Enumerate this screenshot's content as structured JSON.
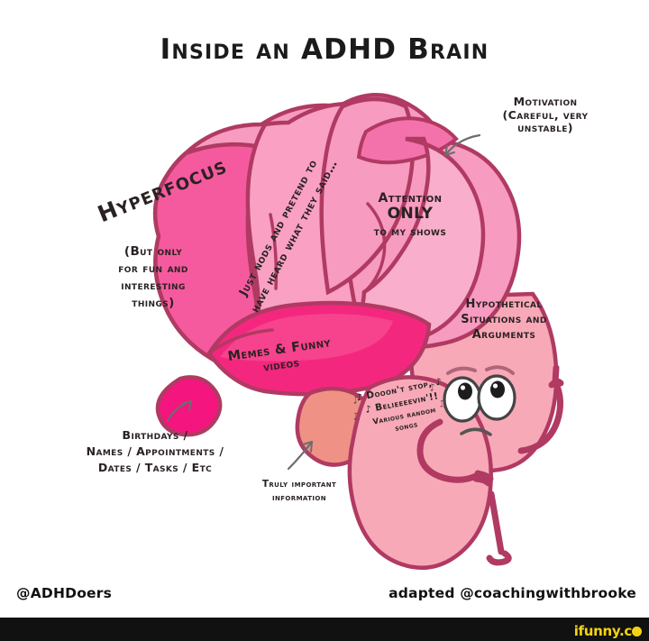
{
  "meme": {
    "title": "Inside an ADHD Brain",
    "footer_left": "@ADHDoers",
    "footer_right": "adapted @coachingwithbrooke",
    "watermark": "ifunny.c"
  },
  "labels": {
    "motivation": "Motivation\n(Careful, very\nunstable)",
    "hyperfocus": "Hyperfocus",
    "hyperfocus_sub": "(But only\nfor fun and\ninteresting\nthings)",
    "nods": "Just nods and pretend to\nhave heard what they said…",
    "attention_main": "Attention",
    "attention_only": "ONLY",
    "attention_sub": "to my shows",
    "hypothetical": "Hypothetical\nSituations and\nArguments",
    "memes_main": "Memes & Funny",
    "memes_sub": "videos",
    "song_line1": "♪ Dooon't stop, ♪",
    "song_line2": "♪ Belieeeevin'!!",
    "song_sub": "Various random\nsongs",
    "birthdays": "Birthdays /\nNames / Appointments /\nDates / Tasks / Etc",
    "truly_important": "Truly important\ninformation"
  },
  "colors": {
    "outline": "#b03a62",
    "hyperfocus_fill": "#f55a9e",
    "nods_fill": "#f9a0c3",
    "attention_fill": "#f79bc0",
    "motivation_fill": "#f472ab",
    "hypothetical_fill": "#f9aecb",
    "memes_fill": "#f4277f",
    "memes_light": "#f7488f",
    "bright_blob": "#f4157f",
    "truly_fill": "#ef9285",
    "face_fill": "#f8a9b8",
    "body_fill": "#f8a9b8",
    "text": "#2a2222",
    "watermark": "#f5d313",
    "black_bar": "#111111"
  }
}
